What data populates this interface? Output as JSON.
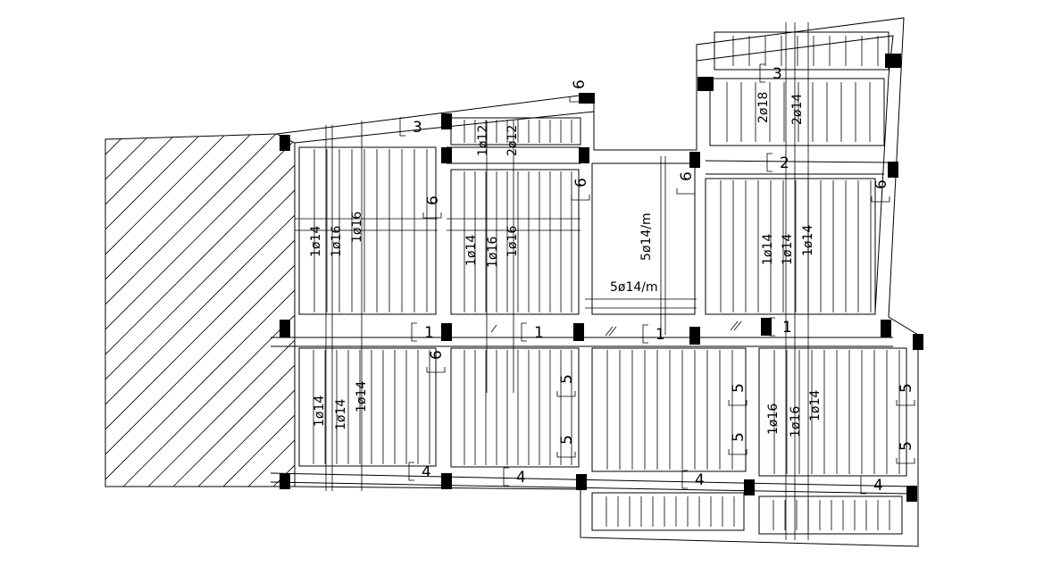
{
  "drawing": {
    "beam_tags": [
      "3",
      "3",
      "1",
      "1",
      "1",
      "1",
      "2",
      "4",
      "4",
      "4",
      "4",
      "5",
      "5",
      "5",
      "5",
      "5",
      "5",
      "6",
      "6",
      "6",
      "6",
      "6",
      "6"
    ],
    "rebar_labels": {
      "a": "1ø14",
      "b": "1ø16",
      "c": "1ø16",
      "d": "1ø12",
      "e": "2ø12",
      "f": "1ø14",
      "g": "1ø16",
      "h": "1ø16",
      "i": "5ø14/m",
      "j": "5ø14/m",
      "k": "2ø18",
      "l": "2ø14",
      "m": "1ø14",
      "n": "1ø14",
      "o": "1ø14",
      "p": "1ø14",
      "q": "1ø14",
      "r": "1ø14",
      "s": "1ø16",
      "t": "1ø16",
      "u": "1ø14"
    }
  }
}
